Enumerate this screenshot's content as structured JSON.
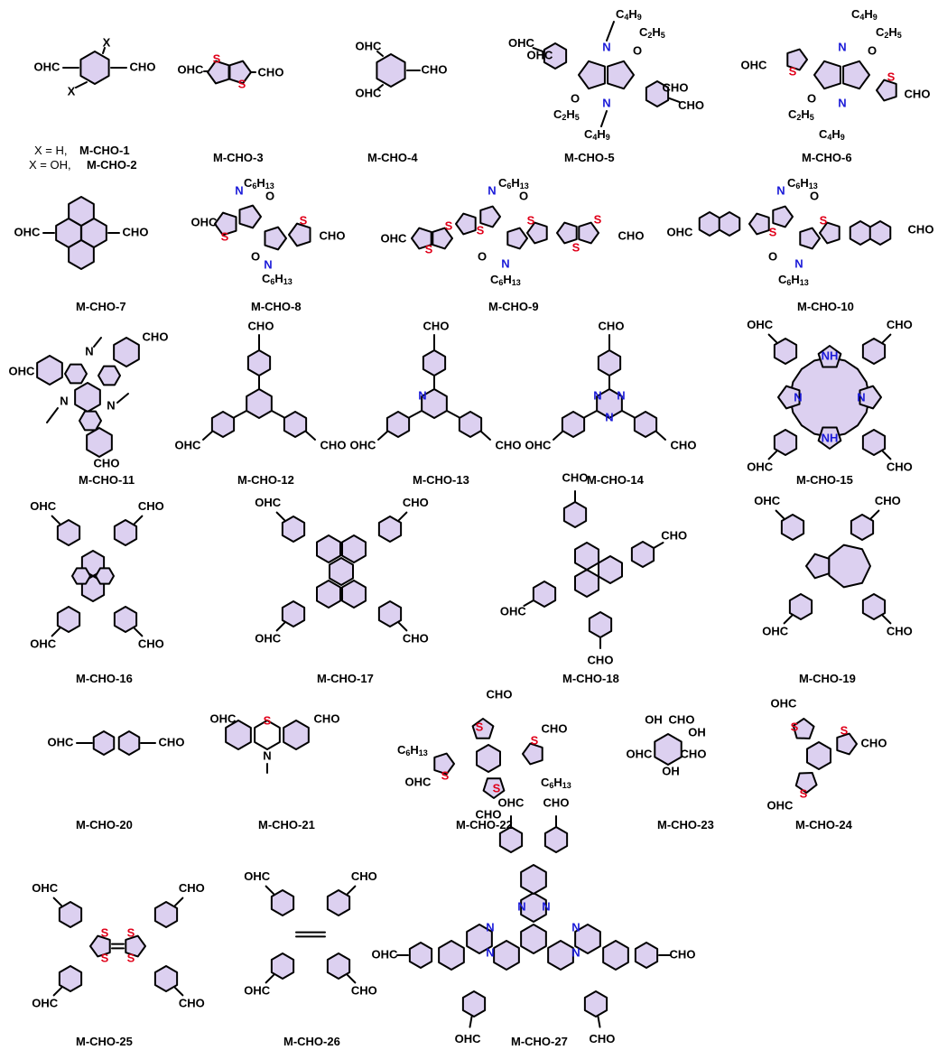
{
  "groups": {
    "cho": "CHO",
    "ohc": "OHC",
    "x": "X",
    "s": "S",
    "n": "N",
    "nh": "NH",
    "h": "H",
    "o": "O",
    "oh": "OH",
    "c4h9": "C4H9",
    "c2h5": "C2H5",
    "c6h13": "C6H13"
  },
  "notes": {
    "x_h": "X = H,",
    "x_oh": "X = OH,"
  },
  "labels": {
    "m1": "M-CHO-1",
    "m2": "M-CHO-2",
    "m3": "M-CHO-3",
    "m4": "M-CHO-4",
    "m5": "M-CHO-5",
    "m6": "M-CHO-6",
    "m7": "M-CHO-7",
    "m8": "M-CHO-8",
    "m9": "M-CHO-9",
    "m10": "M-CHO-10",
    "m11": "M-CHO-11",
    "m12": "M-CHO-12",
    "m13": "M-CHO-13",
    "m14": "M-CHO-14",
    "m15": "M-CHO-15",
    "m16": "M-CHO-16",
    "m17": "M-CHO-17",
    "m18": "M-CHO-18",
    "m19": "M-CHO-19",
    "m20": "M-CHO-20",
    "m21": "M-CHO-21",
    "m22": "M-CHO-22",
    "m23": "M-CHO-23",
    "m24": "M-CHO-24",
    "m25": "M-CHO-25",
    "m26": "M-CHO-26",
    "m27": "M-CHO-27"
  },
  "colors": {
    "ring_fill": "#dcd0f0",
    "sulfur": "#e0001a",
    "nitrogen": "#1a1ad8",
    "bond": "#000000"
  }
}
